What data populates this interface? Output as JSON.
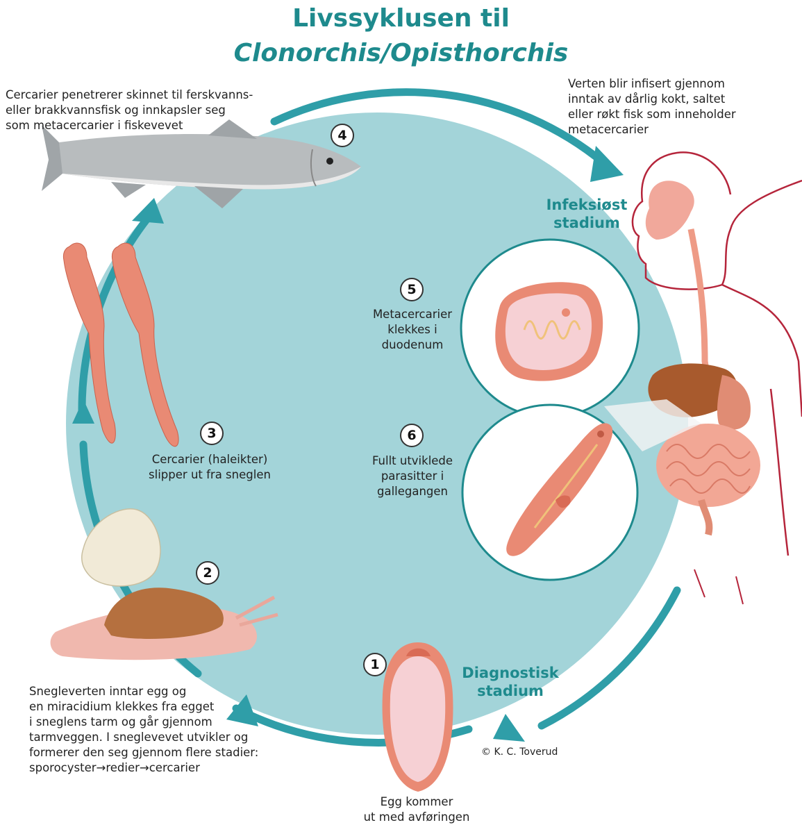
{
  "title": {
    "line1": "Livssyklusen til",
    "line2": "Clonorchis/Opisthorchis"
  },
  "stages": {
    "infective": {
      "line1": "Infeksiøst",
      "line2": "stadium"
    },
    "diagnostic": {
      "line1": "Diagnostisk",
      "line2": "stadium"
    }
  },
  "steps": [
    {
      "number": "1",
      "lines": [
        "Egg kommer",
        "ut med avføringen"
      ]
    },
    {
      "number": "2",
      "lines": [
        "Snegleverten inntar egg og",
        "en miracidium klekkes fra egget",
        "i sneglens tarm og  går gjennom",
        "tarmveggen.  I sneglevevet utvikler og",
        "formerer den seg gjennom flere stadier:",
        "sporocyster→redier→cercarier"
      ]
    },
    {
      "number": "3",
      "lines": [
        "Cercarier (haleikter)",
        "slipper ut fra sneglen"
      ]
    },
    {
      "number": "4",
      "lines": [
        "Cercarier penetrerer skinnet til ferskvanns-",
        "eller brakkvannsfisk og innkapsler seg",
        "som metacercarier i fiskevevet"
      ]
    },
    {
      "number": "5",
      "lines": [
        "Metacercarier",
        "klekkes i",
        "duodenum"
      ]
    },
    {
      "number": "6",
      "lines": [
        "Fullt utviklede",
        "parasitter i",
        "gallegangen"
      ]
    }
  ],
  "host_note": [
    "Verten blir infisert gjennom",
    "inntak av dårlig kokt, saltet",
    "eller røkt fisk som inneholder",
    "metacercarier"
  ],
  "credit": "© K. C. Toverud",
  "colors": {
    "title": "#1e8a8d",
    "cycle_fill": "#a3d4d9",
    "cycle_arrow": "#2f9ea8",
    "parasite": "#e98a74"
  }
}
